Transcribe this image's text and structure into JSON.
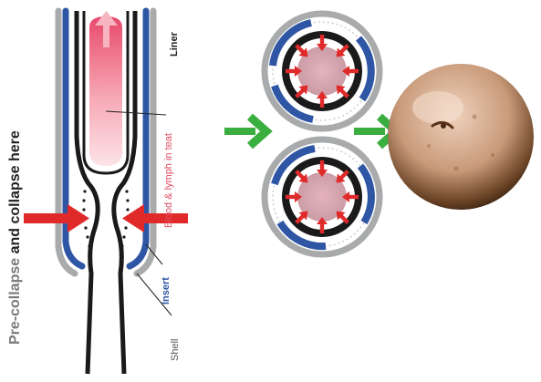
{
  "labels": {
    "pre_collapse": "Pre-collapse",
    "and_collapse": "and collapse here",
    "liner": "Liner",
    "blood_lymph": "Blood & lymph in teat",
    "insert": "Insert",
    "shell": "Shell"
  },
  "colors": {
    "liner": "#1a1a1a",
    "insert": "#2f56a4",
    "shell": "#a8aaac",
    "arrow_red": "#e02a2a",
    "arrow_green": "#3aae3e",
    "blood": "#e84a6c",
    "teat_photo": "#c89a7a"
  },
  "icons": {
    "flow_arrow": "right-arrow-icon",
    "pressure_arrow": "pressure-arrow-icon"
  }
}
